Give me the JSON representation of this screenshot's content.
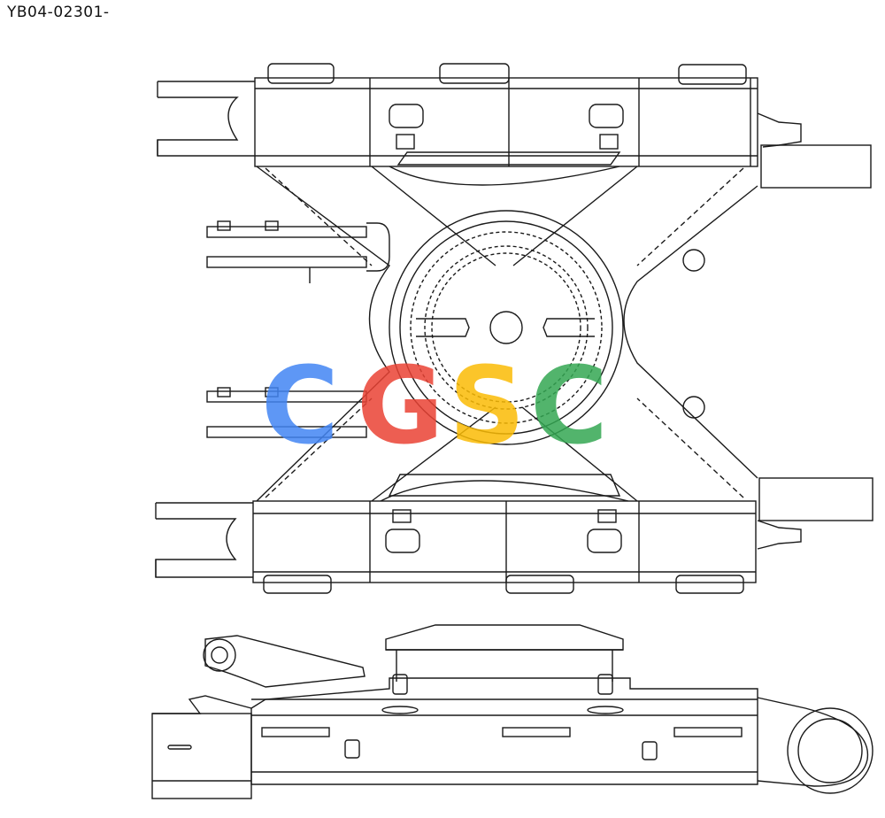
{
  "part_number": "YB04-02301-",
  "watermark": {
    "text": "CGSC",
    "letters": [
      "C",
      "G",
      "S",
      "C"
    ],
    "colors": [
      "#4285F4",
      "#EA4335",
      "#FBBC05",
      "#34A853"
    ]
  },
  "line_color": "#1a1a1a"
}
